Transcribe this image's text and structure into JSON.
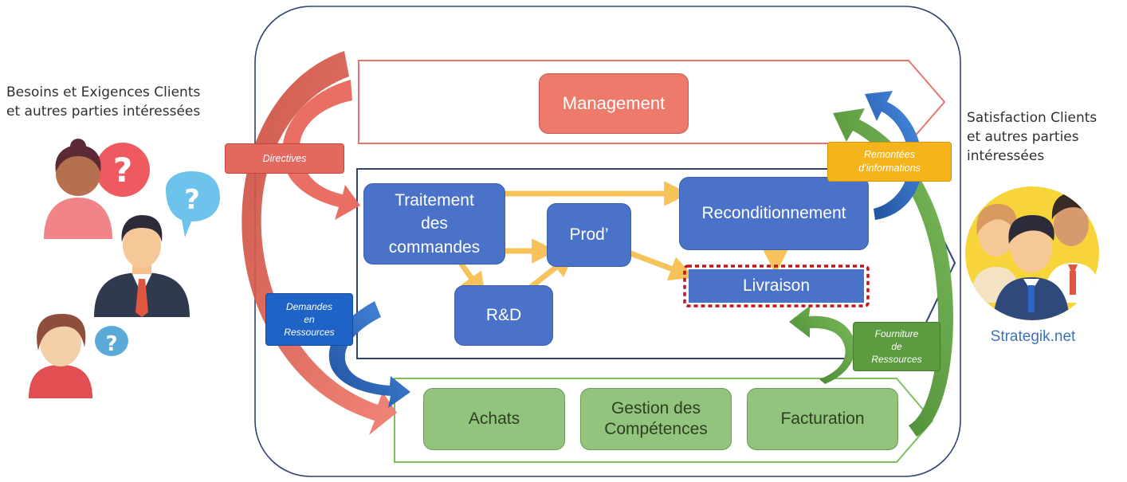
{
  "left_title": "Besoins et Exigences Clients\net autres parties intéressées",
  "right_title": "Satisfaction Clients\net autres parties\nintéressées",
  "brand": "Strategik.net",
  "boxes": {
    "management": "Management",
    "traitement": "Traitement\ndes\ncommandes",
    "prod": "Prod’",
    "reconditionnement": "Reconditionnement",
    "rd": "R&D",
    "livraison": "Livraison",
    "achats": "Achats",
    "gestion": "Gestion des\nCompétences",
    "facturation": "Facturation"
  },
  "tags": {
    "directives": "Directives",
    "demandes": "Demandes\nen\nRessources",
    "remontees": "Remontées\nd’informations",
    "fourniture": "Fourniture\nde\nRessources"
  },
  "colors": {
    "management_red": "#e8756b",
    "realisation_blue": "#4a72c8",
    "support_green": "#93c47d",
    "flow_yellow": "#f7c25a",
    "tag_blue": "#1f63c7",
    "tag_green": "#5c9b40",
    "tag_orange": "#f5b41c",
    "outline_navy": "#2f4372"
  },
  "icons": [
    "woman-question-icon",
    "businessman-question-icon",
    "girl-question-icon",
    "customer-team-icon"
  ]
}
